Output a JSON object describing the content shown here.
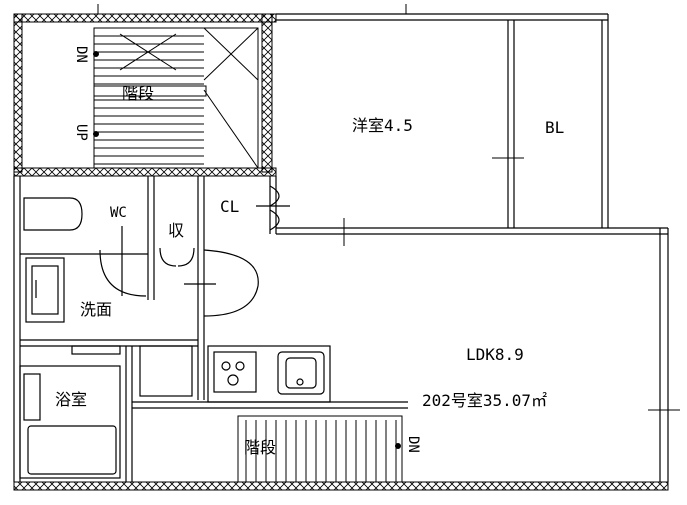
{
  "colors": {
    "ink": "#000000",
    "paper": "#ffffff"
  },
  "rooms": {
    "stair_top": "階段",
    "western_room": "洋室4.5",
    "balcony": "BL",
    "wc": "WC",
    "closet": "CL",
    "storage": "収",
    "washroom": "洗面",
    "bathroom": "浴室",
    "ldk": "LDK8.9",
    "unit_area": "202号室35.07㎡",
    "stair_bottom": "階段"
  },
  "stairs": {
    "down_top": "DN",
    "up_top": "UP",
    "down_bottom": "DN"
  }
}
